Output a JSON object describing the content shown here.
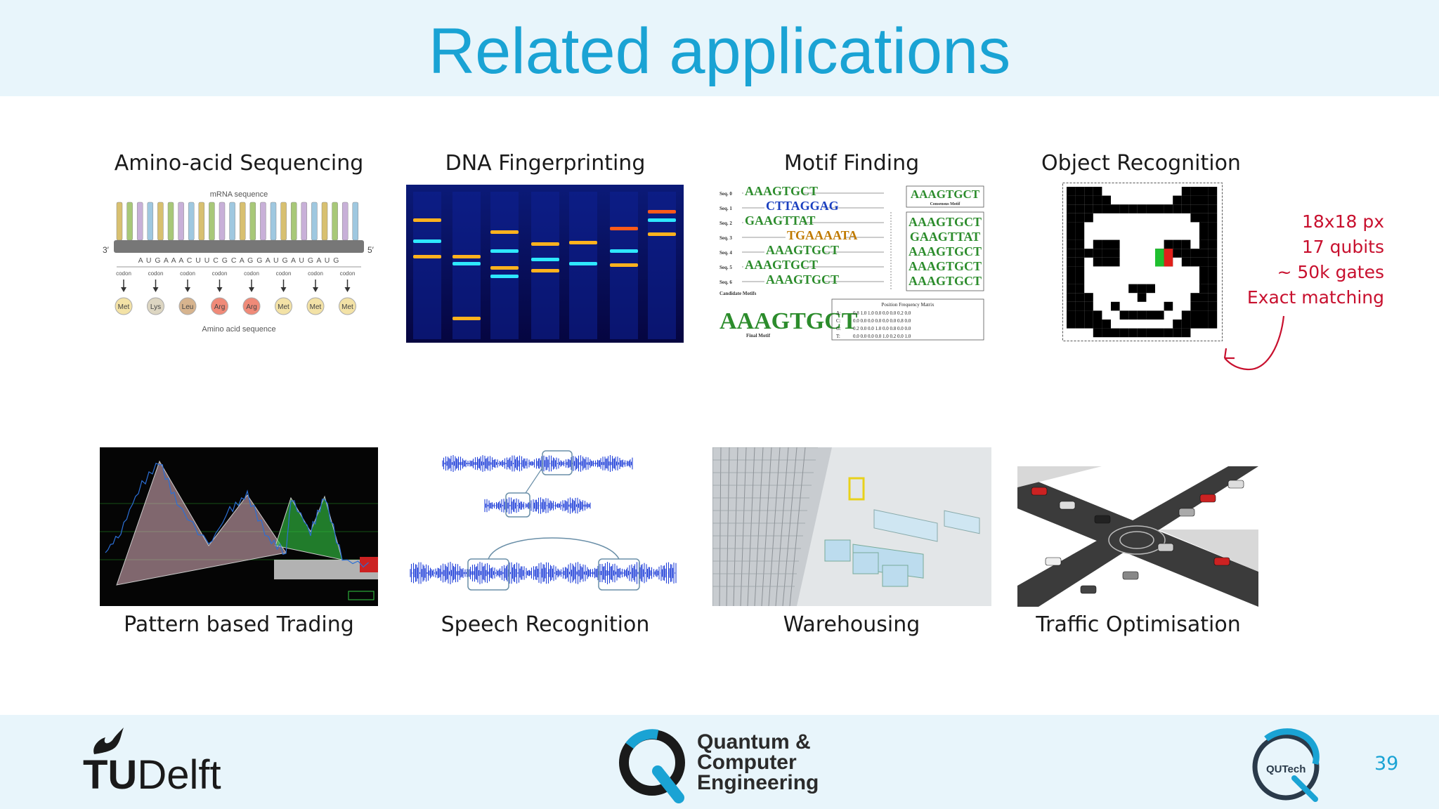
{
  "slide": {
    "title": "Related applications",
    "page_number": "39"
  },
  "panels": {
    "amino": {
      "label": "Amino-acid Sequencing",
      "mrna_caption": "mRNA sequence",
      "prime3": "3′",
      "prime5": "5′",
      "bases": "A U G A A A C U U C G C A G G A U G A U G A U G",
      "codon_word": "codon",
      "amino_acids": [
        "Met",
        "Lys",
        "Leu",
        "Arg",
        "Arg",
        "Met",
        "Met",
        "Met"
      ],
      "caption": "Amino acid sequence"
    },
    "dna": {
      "label": "DNA Fingerprinting"
    },
    "motif": {
      "label": "Motif Finding",
      "seq_labels": [
        "Seq. 0",
        "Seq. 1",
        "Seq. 2",
        "Seq. 3",
        "Seq. 4",
        "Seq. 5",
        "Seq. 6"
      ],
      "sequences": [
        "AAAGTGCT",
        "CTTAGGAG",
        "GAAGTTAT",
        "TGAAAATA",
        "AAAGTGCT",
        "AAAGTGCT",
        "AAAGTGCT"
      ],
      "candidate_caption": "Candidate Motifs",
      "consensus_top": "AAAGTGCT",
      "consensus_caption": "Consensus Motif",
      "consensus_list": [
        "AAAGTGCT",
        "GAAGTTAT",
        "AAAGTGCT",
        "AAAGTGCT",
        "AAAGTGCT"
      ],
      "final_motif": "AAAGTGCT",
      "final_caption": "Final Motif",
      "pfm_title": "Position Frequency Matrix",
      "pfm_rows": [
        {
          "base": "A:",
          "vals": "0.8  1.0  1.0  0.0  0.0  0.0  0.2  0.0"
        },
        {
          "base": "C:",
          "vals": "0.0  0.0  0.0  0.0  0.0  0.0  0.8  0.0"
        },
        {
          "base": "G:",
          "vals": "0.2  0.0  0.0  1.0  0.0  0.8  0.0  0.0"
        },
        {
          "base": "T:",
          "vals": "0.0  0.0  0.0  0.0  1.0  0.2  0.0  1.0"
        }
      ]
    },
    "object": {
      "label": "Object Recognition",
      "annotation": [
        "18x18 px",
        "17 qubits",
        "~ 50k gates",
        "Exact matching"
      ]
    },
    "trading": {
      "label": "Pattern based Trading"
    },
    "speech": {
      "label": "Speech Recognition"
    },
    "warehouse": {
      "label": "Warehousing"
    },
    "traffic": {
      "label": "Traffic Optimisation"
    }
  },
  "footer": {
    "tu_prefix": "TU",
    "tu_suffix": "Delft",
    "qce": [
      "Quantum &",
      "Computer",
      "Engineering"
    ],
    "qutech": "QUTech"
  },
  "colors": {
    "title": "#1aa3d4",
    "header_bg": "#e8f5fb",
    "annotation": "#c8102e"
  }
}
